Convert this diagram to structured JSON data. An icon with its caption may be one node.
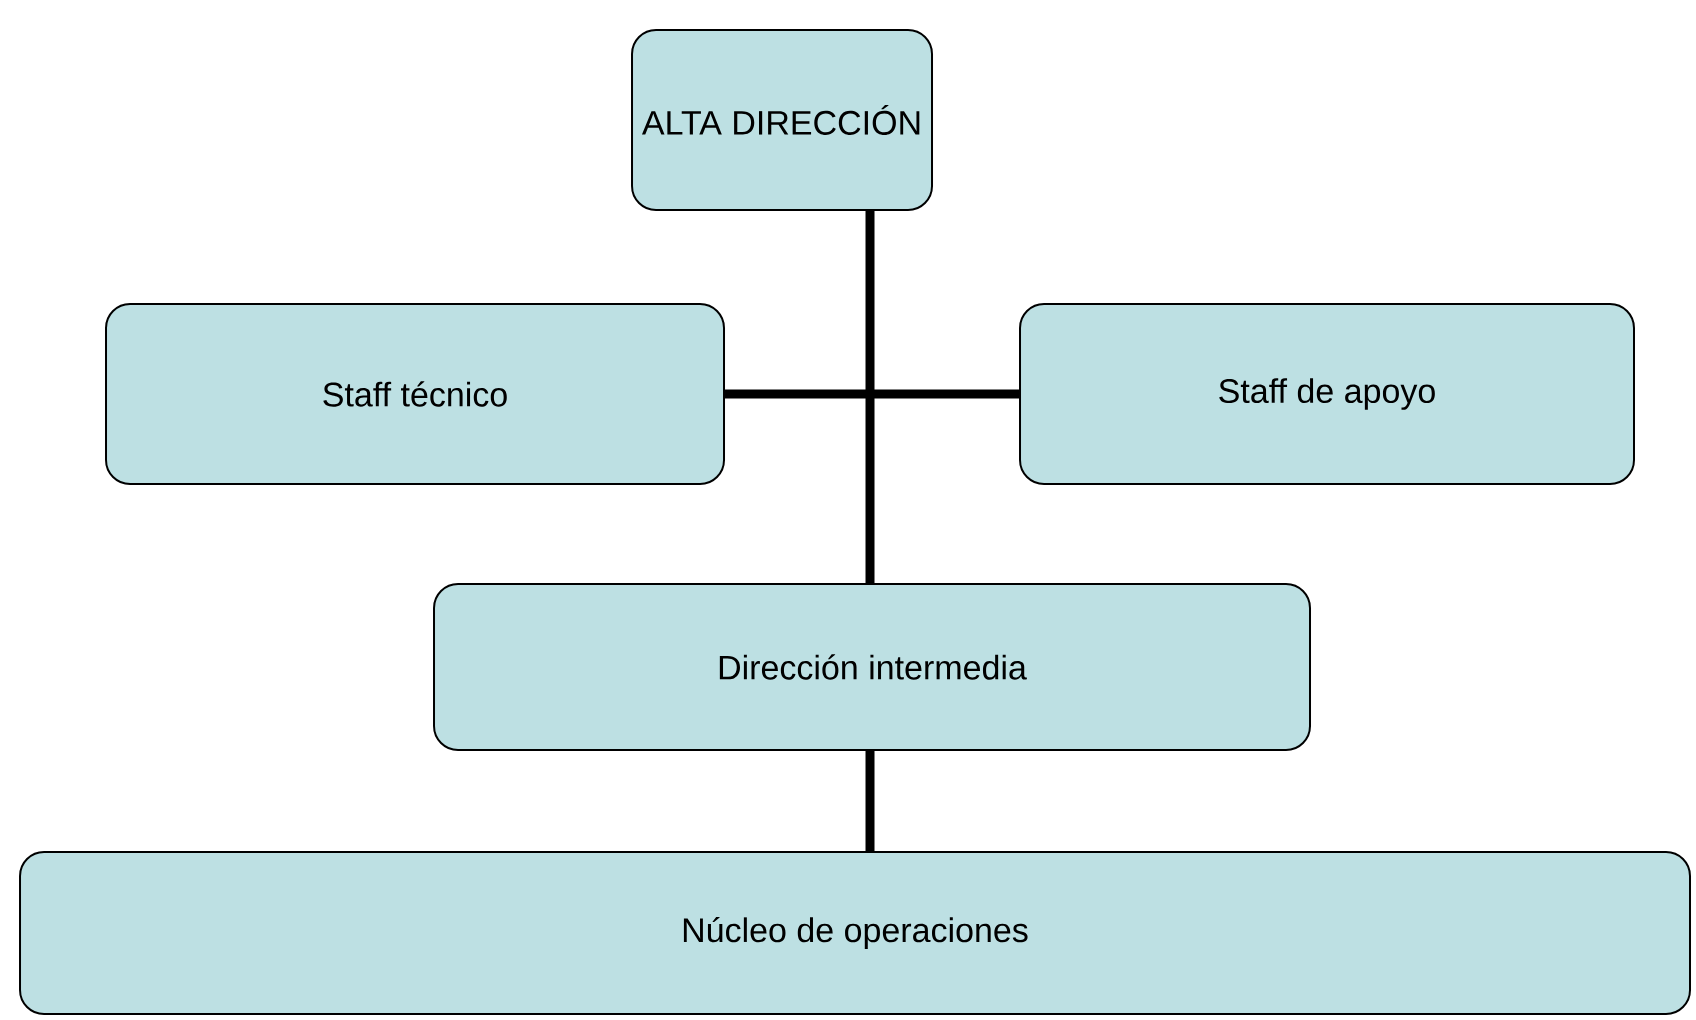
{
  "diagram": {
    "nodes": [
      {
        "text": [
          "ALTA DIRECCIÓN"
        ]
      },
      {
        "text": [
          "Staff técnico"
        ]
      },
      {
        "text": [
          "Staff de apoyo"
        ]
      },
      {
        "text": [
          "Dirección intermedia"
        ]
      },
      {
        "text": [
          "Núcleo de operaciones"
        ]
      }
    ],
    "edges": [
      {
        "from": 0,
        "to": 3,
        "arrow": "none"
      },
      {
        "from": 1,
        "to": 2,
        "arrow": "none"
      },
      {
        "from": 3,
        "to": 4,
        "arrow": "none"
      }
    ]
  }
}
